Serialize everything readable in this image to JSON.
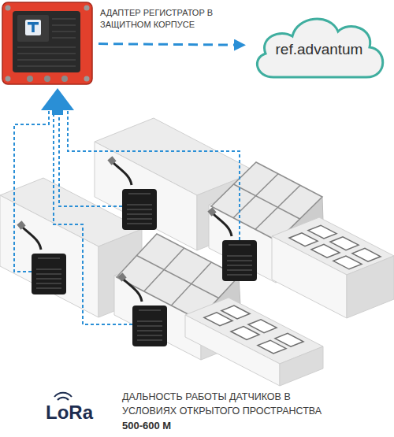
{
  "diagram": {
    "nodes": [
      {
        "text": [
          "АДАПТЕР РЕГИСТРАТОР В ЗАЩИТНОМ КОРПУСЕ"
        ]
      },
      {
        "text": [
          "ref.advantum"
        ]
      }
    ],
    "edges": [
      {
        "from": 0,
        "to": 1,
        "arrow": "to"
      }
    ],
    "labels": [
      "LoRa",
      "ДАЛЬНОСТЬ РАБОТЫ ДАТЧИКОВ В УСЛОВИЯХ ОТКРЫТОГО ПРОСТРАНСТВА",
      "500-600 М"
    ]
  }
}
